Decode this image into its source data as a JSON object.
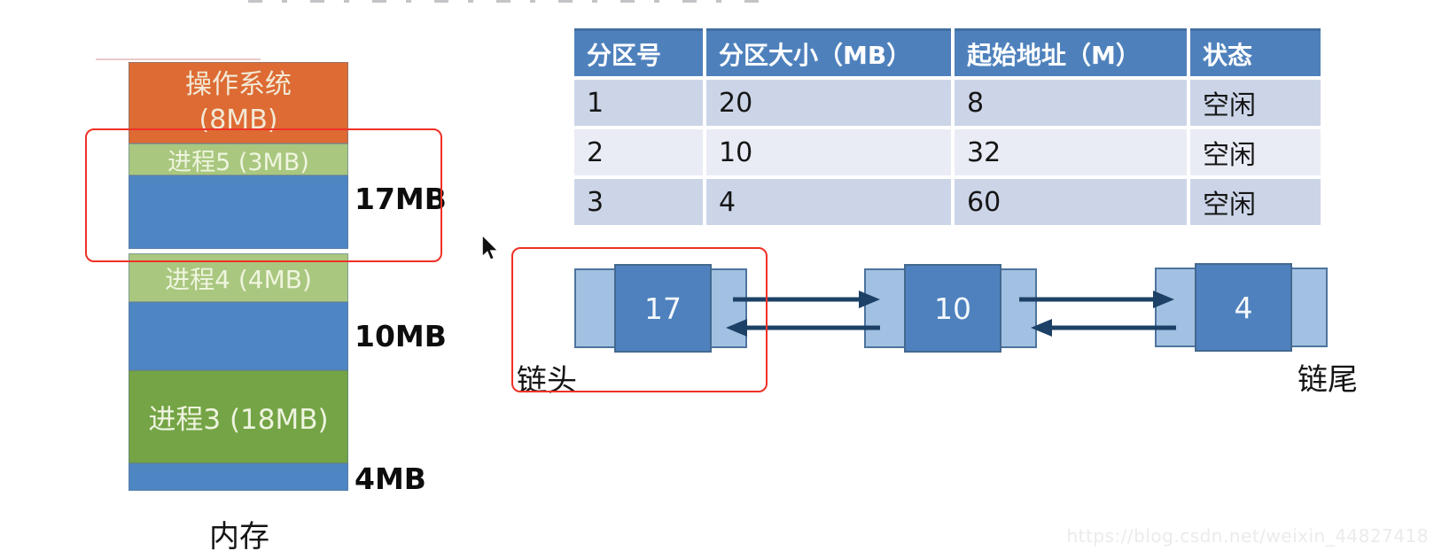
{
  "memory_diagram": {
    "caption": "内存",
    "blocks": [
      {
        "id": "os",
        "line1": "操作系统",
        "line2": "(8MB)"
      },
      {
        "id": "p5",
        "label": "进程5 (3MB)"
      },
      {
        "id": "free17",
        "label": ""
      },
      {
        "id": "p4",
        "label": "进程4 (4MB)"
      },
      {
        "id": "free10",
        "label": ""
      },
      {
        "id": "p3",
        "label": "进程3 (18MB)"
      },
      {
        "id": "free4",
        "label": ""
      }
    ],
    "size_labels": [
      "17MB",
      "10MB",
      "4MB"
    ]
  },
  "partition_table": {
    "headers": [
      "分区号",
      "分区大小（MB）",
      "起始地址（M）",
      "状态"
    ],
    "rows": [
      {
        "no": "1",
        "size": "20",
        "start": "8",
        "status": "空闲"
      },
      {
        "no": "2",
        "size": "10",
        "start": "32",
        "status": "空闲"
      },
      {
        "no": "3",
        "size": "4",
        "start": "60",
        "status": "空闲"
      }
    ]
  },
  "free_list": {
    "head_label": "链头",
    "tail_label": "链尾",
    "nodes": [
      {
        "value": "17"
      },
      {
        "value": "10"
      },
      {
        "value": "4"
      }
    ]
  },
  "watermark": "https://blog.csdn.net/weixin_44827418",
  "colors": {
    "os_orange": "#dd6b33",
    "process_green_light": "#a9c77f",
    "process_green_dark": "#74a445",
    "free_blue": "#4e86c3",
    "table_header_blue": "#4e81bc",
    "table_row_dark": "#ccd5e8",
    "table_row_light": "#e9ecf4",
    "node_outer_blue": "#a2c1e2",
    "node_center_blue": "#4e81bd",
    "arrow_navy": "#1d4166",
    "annotation_red": "#ef3126"
  }
}
